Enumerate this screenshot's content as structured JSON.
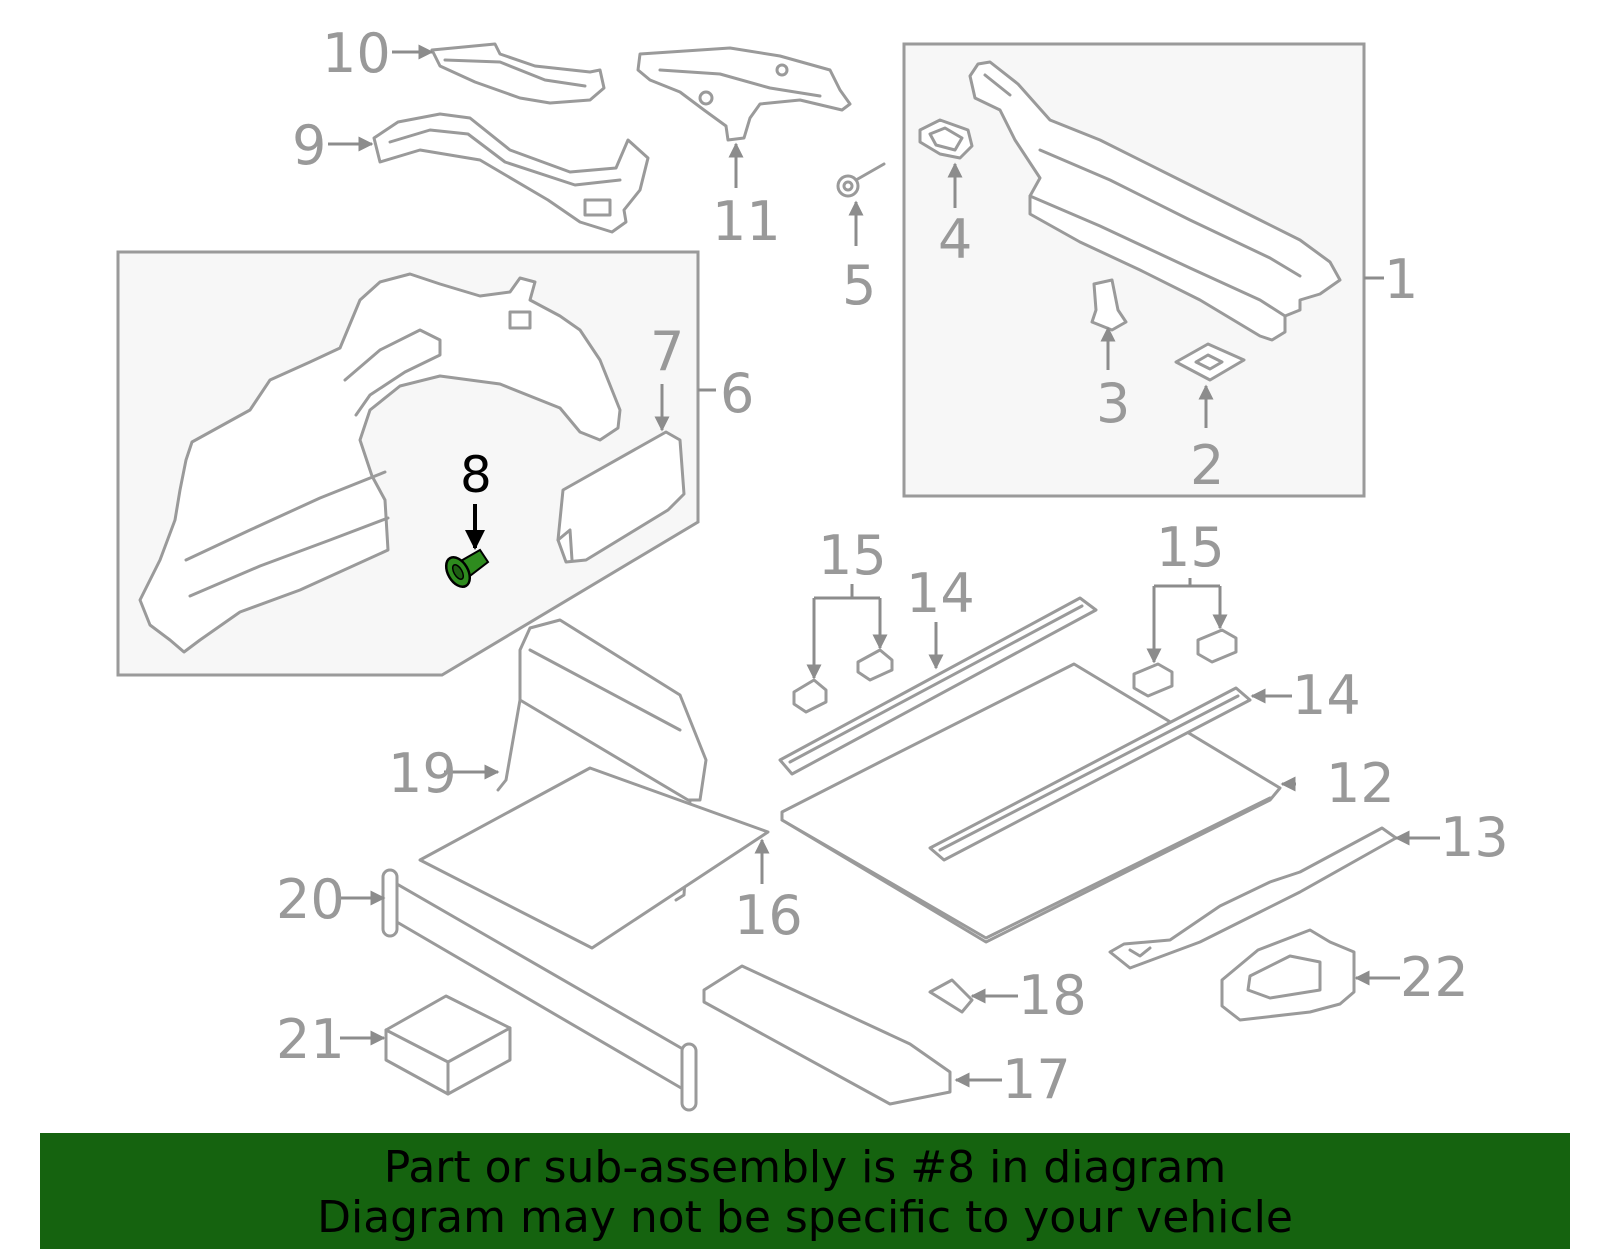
{
  "highlight_color": "#2e8b1e",
  "banner_color": "#15630f",
  "callouts": {
    "c1": "1",
    "c2": "2",
    "c3": "3",
    "c4": "4",
    "c5": "5",
    "c6": "6",
    "c7": "7",
    "c8": "8",
    "c9": "9",
    "c10": "10",
    "c11": "11",
    "c12": "12",
    "c13": "13",
    "c14a": "14",
    "c14b": "14",
    "c15a": "15",
    "c15b": "15",
    "c16": "16",
    "c17": "17",
    "c18": "18",
    "c19": "19",
    "c20": "20",
    "c21": "21",
    "c22": "22"
  },
  "banner": {
    "line1": "Part or sub-assembly is #8 in diagram",
    "line2": "Diagram may not be specific to your vehicle"
  }
}
